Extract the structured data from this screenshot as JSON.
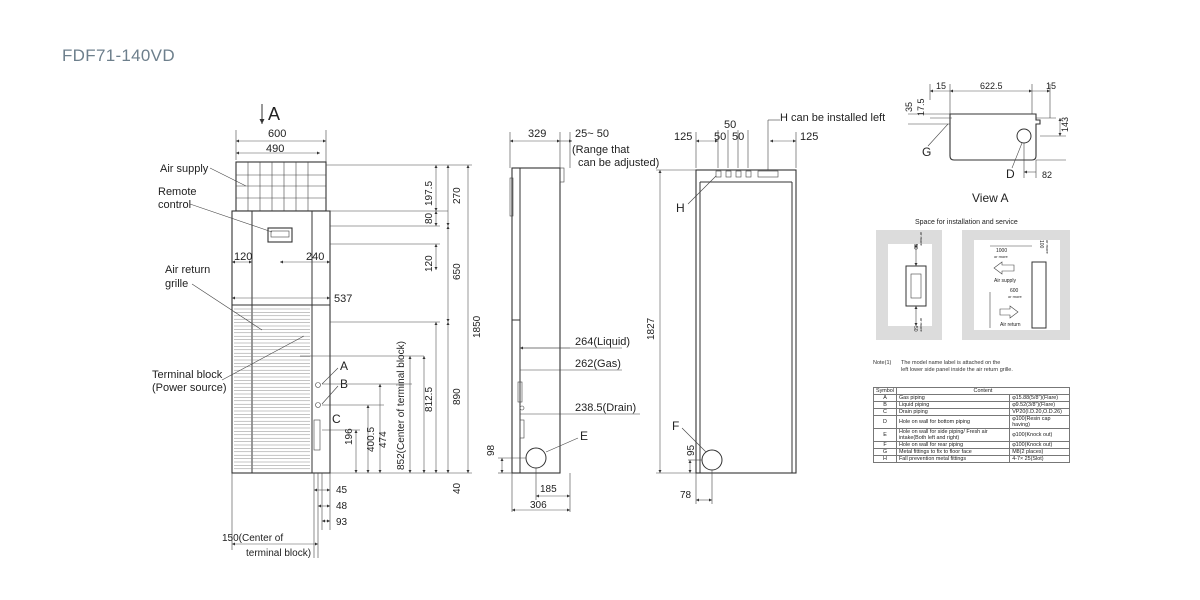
{
  "title": "FDF71-140VD",
  "front": {
    "arrow_label": "A",
    "labels": {
      "air_supply": "Air supply",
      "remote_line1": "Remote",
      "remote_line2": "control",
      "air_return_line1": "Air return",
      "air_return_line2": "grille",
      "terminal_line1": "Terminal block",
      "terminal_line2": "(Power source)",
      "center_tb_line1": "150(Center of",
      "center_tb_line2": "terminal block)",
      "pt_a": "A",
      "pt_b": "B",
      "pt_c": "C"
    },
    "dims": {
      "width": "600",
      "inner": "490",
      "left": "120",
      "right": "240",
      "grille": "537",
      "d197": "197.5",
      "d80": "80",
      "d270": "270",
      "d120": "120",
      "d650": "650",
      "d1850": "1850",
      "d8125": "812.5",
      "d890": "890",
      "d196": "196",
      "d4005": "400.5",
      "d474": "474",
      "d852": "852(Center of terminal block)",
      "d45": "45",
      "d48": "48",
      "d93": "93",
      "d40": "40"
    }
  },
  "side": {
    "dims": {
      "depth": "329",
      "range": "25~ 50",
      "range_note1": "(Range that",
      "range_note2": "can be adjusted)",
      "liquid": "264(Liquid)",
      "gas": "262(Gas)",
      "drain": "238.5(Drain)",
      "d98": "98",
      "d185": "185",
      "d306": "306"
    },
    "pt_e": "E"
  },
  "rear": {
    "note": "H can be installed left",
    "dims": {
      "d125l": "125",
      "d50a": "50",
      "d50b": "50",
      "d50c": "50",
      "d125r": "125",
      "d1827": "1827",
      "d95": "95",
      "d78": "78"
    },
    "pt_h": "H",
    "pt_f": "F"
  },
  "viewa": {
    "title": "View A",
    "dims": {
      "d15l": "15",
      "d6225": "622.5",
      "d15r": "15",
      "d35": "35",
      "d175": "17.5",
      "d143": "143",
      "d82": "82"
    },
    "pt_g": "G",
    "pt_d": "D"
  },
  "space": {
    "title": "Space for installation and service",
    "d50a": "50",
    "d50a_sub": "or more",
    "d50b": "50",
    "d50b_sub": "or more",
    "d1000": "1000",
    "d1000_sub": "or more",
    "air_supply": "Air supply",
    "d600": "600",
    "d600_sub": "or more",
    "air_return": "Air return",
    "d100": "100",
    "d100_sub": "or more"
  },
  "note": {
    "label": "Note(1)",
    "line1": "The model name label is attached on the",
    "line2": "left lower side panel inside the air return grille."
  },
  "legend": {
    "headers": [
      "Symbol",
      "Content"
    ],
    "rows": [
      {
        "sym": "A",
        "item": "Gas piping",
        "spec": "φ15.88(5/8\")(Flare)"
      },
      {
        "sym": "B",
        "item": "Liquid piping",
        "spec": "φ9.52(3/8\")(Flare)"
      },
      {
        "sym": "C",
        "item": "Drain piping",
        "spec": "VP20(I.D.20,O.D.26)"
      },
      {
        "sym": "D",
        "item": "Hole on wall for bottom piping",
        "spec": "φ100(Resin cap having)"
      },
      {
        "sym": "E",
        "item": "Hole on wall for side piping/ Fresh air intake(Both left and right)",
        "spec": "φ100(Knock out)"
      },
      {
        "sym": "F",
        "item": "Hole on wall for rear piping",
        "spec": "φ100(Knock out)"
      },
      {
        "sym": "G",
        "item": "Metal fittings to fix to floor face",
        "spec": "M8(2 places)"
      },
      {
        "sym": "H",
        "item": "Fall prevention metal fittings",
        "spec": "4-7× 25(Slot)"
      }
    ]
  }
}
